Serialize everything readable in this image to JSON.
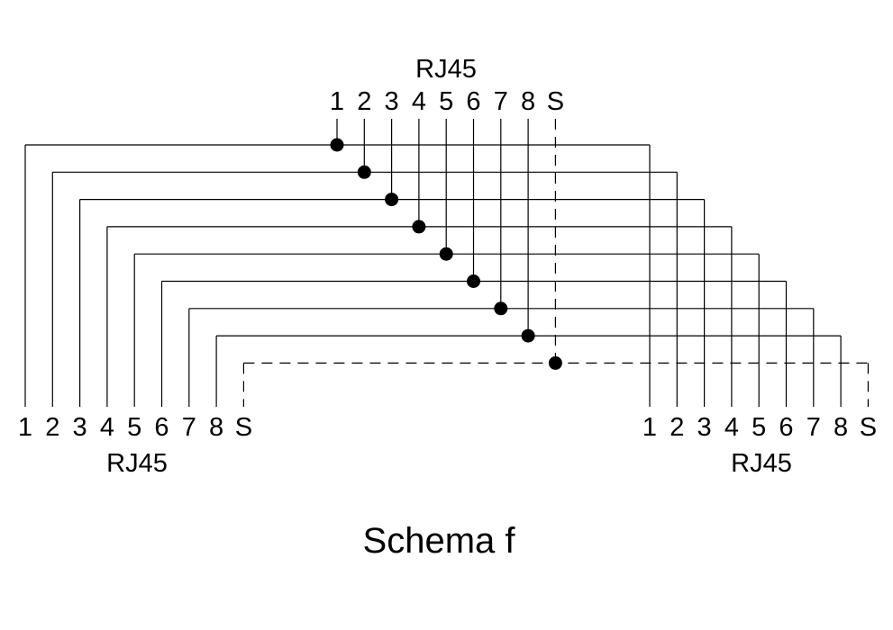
{
  "caption": "Schema f",
  "connectors": {
    "top": {
      "label": "RJ45",
      "pins": [
        "1",
        "2",
        "3",
        "4",
        "5",
        "6",
        "7",
        "8",
        "S"
      ]
    },
    "bottom_left": {
      "label": "RJ45",
      "pins": [
        "1",
        "2",
        "3",
        "4",
        "5",
        "6",
        "7",
        "8",
        "S"
      ]
    },
    "bottom_right": {
      "label": "RJ45",
      "pins": [
        "1",
        "2",
        "3",
        "4",
        "5",
        "6",
        "7",
        "8",
        "S"
      ]
    }
  },
  "shield_pin": "S",
  "colors": {
    "line": "#000000",
    "background": "#ffffff"
  }
}
